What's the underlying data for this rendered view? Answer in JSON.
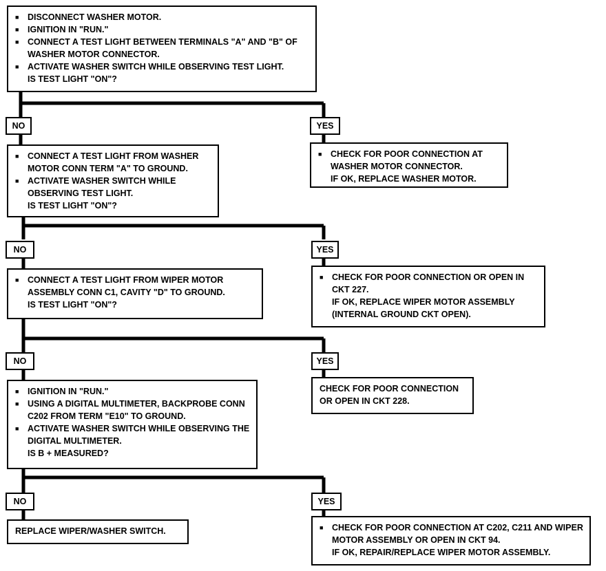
{
  "step1": {
    "items": [
      "DISCONNECT WASHER MOTOR.",
      "IGNITION IN \"RUN.\"",
      "CONNECT A TEST LIGHT BETWEEN TERMINALS \"A\" AND \"B\" OF WASHER MOTOR CONNECTOR.",
      "ACTIVATE WASHER SWITCH WHILE OBSERVING TEST LIGHT."
    ],
    "question": "IS TEST LIGHT \"ON\"?",
    "no_label": "NO",
    "yes_label": "YES",
    "yes_result": [
      "CHECK FOR POOR CONNECTION AT WASHER MOTOR CONNECTOR."
    ],
    "yes_result_tail": "IF OK, REPLACE WASHER MOTOR."
  },
  "step2": {
    "items": [
      "CONNECT A TEST LIGHT FROM WASHER MOTOR CONN TERM \"A\" TO GROUND.",
      "ACTIVATE WASHER SWITCH WHILE OBSERVING TEST LIGHT."
    ],
    "question": "IS TEST LIGHT \"ON\"?",
    "no_label": "NO",
    "yes_label": "YES",
    "yes_result": [
      "CHECK FOR POOR CONNECTION OR OPEN IN CKT 227."
    ],
    "yes_result_tail": "IF OK, REPLACE WIPER MOTOR ASSEMBLY (INTERNAL GROUND CKT OPEN)."
  },
  "step3": {
    "items": [
      "CONNECT A TEST LIGHT FROM WIPER MOTOR ASSEMBLY CONN C1, CAVITY \"D\" TO GROUND."
    ],
    "question": "IS TEST LIGHT \"ON\"?",
    "no_label": "NO",
    "yes_label": "YES",
    "yes_result_plain": "CHECK FOR POOR CONNECTION OR OPEN IN CKT 228."
  },
  "step4": {
    "items": [
      "IGNITION IN \"RUN.\"",
      "USING A DIGITAL MULTIMETER, BACKPROBE CONN C202 FROM TERM \"E10\" TO GROUND.",
      "ACTIVATE WASHER SWITCH WHILE OBSERVING THE DIGITAL MULTIMETER."
    ],
    "question": "IS B + MEASURED?",
    "no_label": "NO",
    "yes_label": "YES",
    "no_result_plain": "REPLACE WIPER/WASHER SWITCH.",
    "yes_result": [
      "CHECK FOR POOR CONNECTION AT C202, C211 AND WIPER MOTOR ASSEMBLY OR OPEN IN CKT 94."
    ],
    "yes_result_tail": "IF OK, REPAIR/REPLACE WIPER MOTOR ASSEMBLY."
  }
}
